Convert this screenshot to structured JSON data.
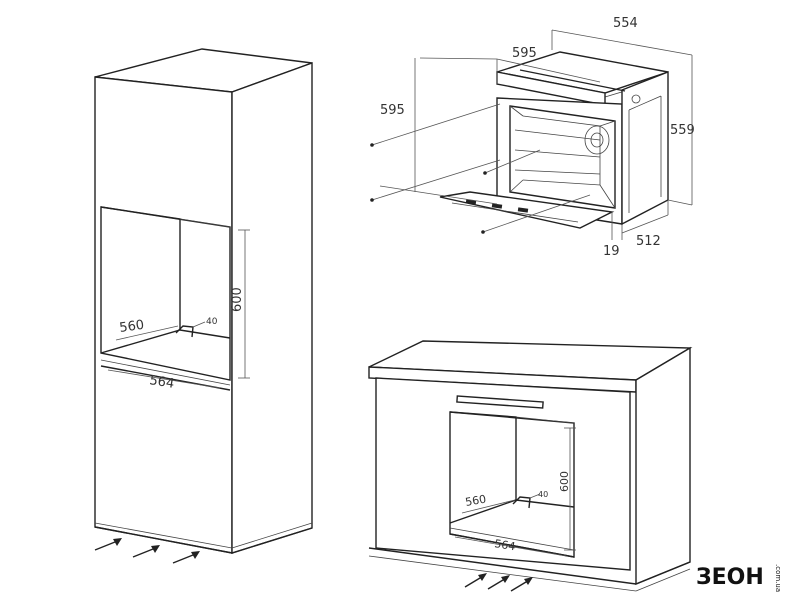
{
  "oven": {
    "width_top": "554",
    "width_front": "595",
    "height_total": "595",
    "depth_side": "559",
    "depth_body": "512",
    "door_thickness": "19"
  },
  "tall_cabinet": {
    "niche_width": "560",
    "niche_bottom_width": "564",
    "niche_height": "600",
    "vent_gap": "40"
  },
  "base_cabinet": {
    "niche_width": "560",
    "niche_bottom_width": "564",
    "niche_height": "600",
    "vent_gap": "40"
  },
  "logo": {
    "brand": "ЗЕОН",
    "suffix": ".com.ua"
  }
}
